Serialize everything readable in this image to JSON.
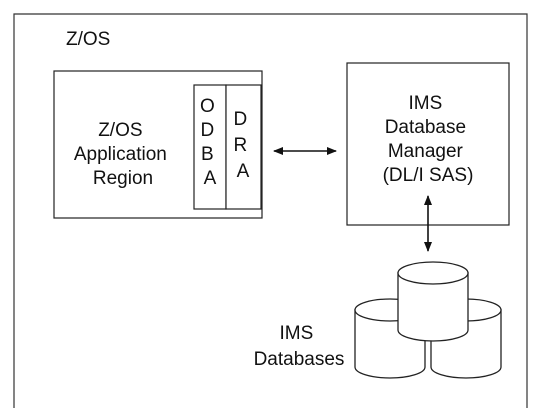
{
  "container": {
    "label": "Z/OS"
  },
  "app_region": {
    "label_lines": [
      "Z/OS",
      "Application",
      "Region"
    ],
    "odba_letters": [
      "O",
      "D",
      "B",
      "A"
    ],
    "dra_letters": [
      "D",
      "R",
      "A"
    ]
  },
  "db_manager": {
    "label_lines": [
      "IMS",
      "Database",
      "Manager",
      "(DL/I SAS)"
    ]
  },
  "databases": {
    "label_lines": [
      "IMS",
      "Databases"
    ]
  }
}
